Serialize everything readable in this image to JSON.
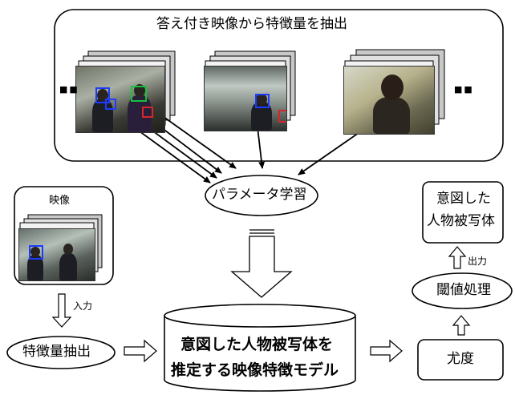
{
  "top_panel": {
    "title": "答え付き映像から特徴量を抽出",
    "ellipsis": "■"
  },
  "learning": {
    "label": "パラメータ学習"
  },
  "input_panel": {
    "title": "映像"
  },
  "input_arrow_label": "入力",
  "extract": {
    "label": "特徴量抽出"
  },
  "model": {
    "line1": "意図した人物被写体を",
    "line2": "推定する映像特徴モデル"
  },
  "likelihood": {
    "label": "尤度"
  },
  "threshold": {
    "label": "閾値処理"
  },
  "output_arrow_label": "出力",
  "result": {
    "line1": "意図した",
    "line2": "人物被写体"
  }
}
